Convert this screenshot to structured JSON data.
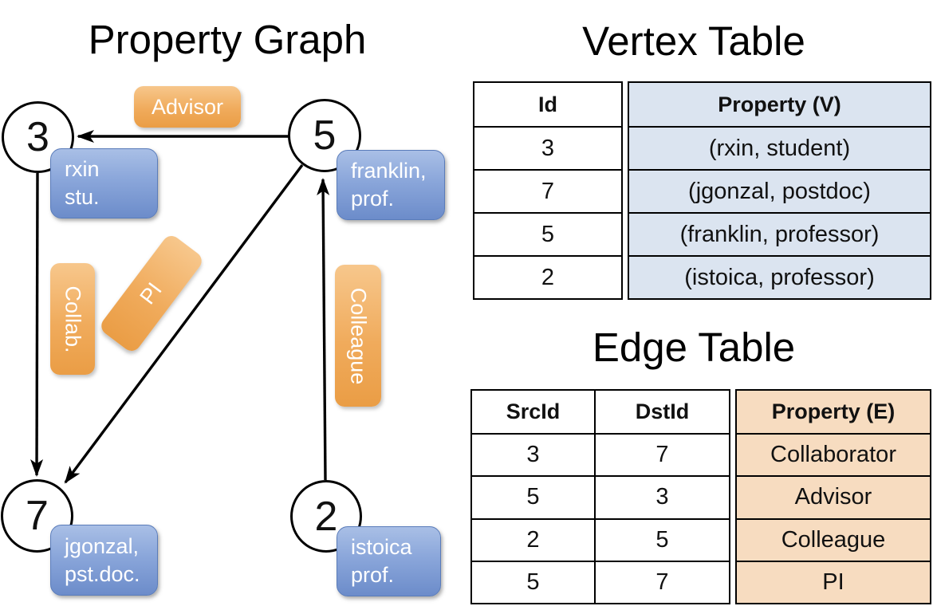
{
  "graph": {
    "title": "Property Graph",
    "nodes": [
      {
        "id": "3",
        "prop_line1": "rxin",
        "prop_line2": "stu."
      },
      {
        "id": "5",
        "prop_line1": "franklin,",
        "prop_line2": "prof."
      },
      {
        "id": "7",
        "prop_line1": "jgonzal,",
        "prop_line2": "pst.doc."
      },
      {
        "id": "2",
        "prop_line1": "istoica",
        "prop_line2": "prof."
      }
    ],
    "edges": [
      {
        "from": "5",
        "to": "3",
        "label": "Advisor"
      },
      {
        "from": "3",
        "to": "7",
        "label": "Collab."
      },
      {
        "from": "5",
        "to": "7",
        "label": "PI"
      },
      {
        "from": "2",
        "to": "5",
        "label": "Colleague"
      }
    ],
    "edge_labels": {
      "advisor": "Advisor",
      "collab": "Collab.",
      "pi": "PI",
      "colleague": "Colleague"
    }
  },
  "vertex_table": {
    "title": "Vertex Table",
    "headers": {
      "id": "Id",
      "property": "Property (V)"
    },
    "rows": [
      {
        "id": "3",
        "property": "(rxin, student)"
      },
      {
        "id": "7",
        "property": "(jgonzal, postdoc)"
      },
      {
        "id": "5",
        "property": "(franklin, professor)"
      },
      {
        "id": "2",
        "property": "(istoica, professor)"
      }
    ]
  },
  "edge_table": {
    "title": "Edge Table",
    "headers": {
      "src": "SrcId",
      "dst": "DstId",
      "property": "Property (E)"
    },
    "rows": [
      {
        "src": "3",
        "dst": "7",
        "property": "Collaborator"
      },
      {
        "src": "5",
        "dst": "3",
        "property": "Advisor"
      },
      {
        "src": "2",
        "dst": "5",
        "property": "Colleague"
      },
      {
        "src": "5",
        "dst": "7",
        "property": "PI"
      }
    ]
  },
  "colors": {
    "edge_label_orange": "#efa85a",
    "property_box_blue": "#7d9bd4",
    "vertex_property_fill": "#dbe4f0",
    "edge_property_fill": "#f7dcc0",
    "line_black": "#000000"
  }
}
